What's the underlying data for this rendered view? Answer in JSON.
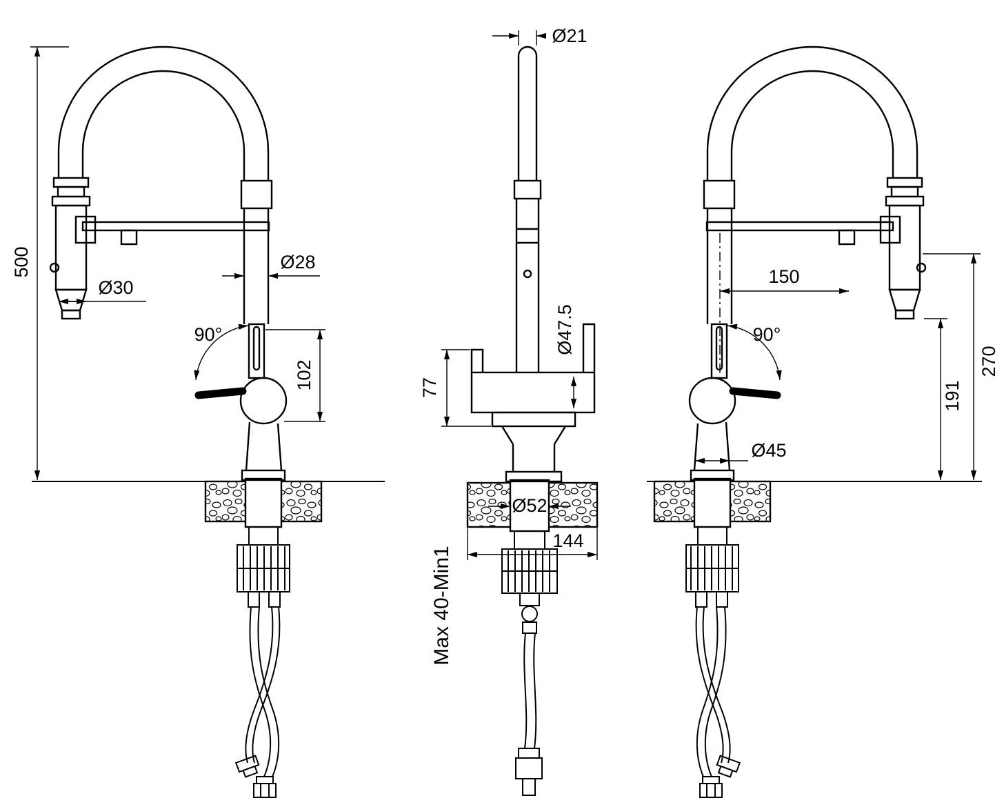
{
  "title": "faucet-technical-drawing",
  "colors": {
    "line": "#000000",
    "background": "#ffffff"
  },
  "views": {
    "left": {
      "name": "left-side-view",
      "dims": {
        "overall_height": "500",
        "spray_head_diameter": "Ø30",
        "spout_tube_diameter": "Ø28",
        "handle_rotation": "90°",
        "handle_section_height": "102"
      }
    },
    "front": {
      "name": "front-view",
      "dims": {
        "spout_tip_diameter": "Ø21",
        "body_diameter": "Ø47.5",
        "body_section_height": "77",
        "base_diameter": "Ø52",
        "overall_width": "144",
        "mounting_range": "Max 40-Min1"
      }
    },
    "right": {
      "name": "right-side-view",
      "dims": {
        "reach": "150",
        "handle_rotation": "90°",
        "height_to_spray_head": "191",
        "height_to_outlet": "270",
        "body_diameter": "Ø45"
      }
    }
  }
}
